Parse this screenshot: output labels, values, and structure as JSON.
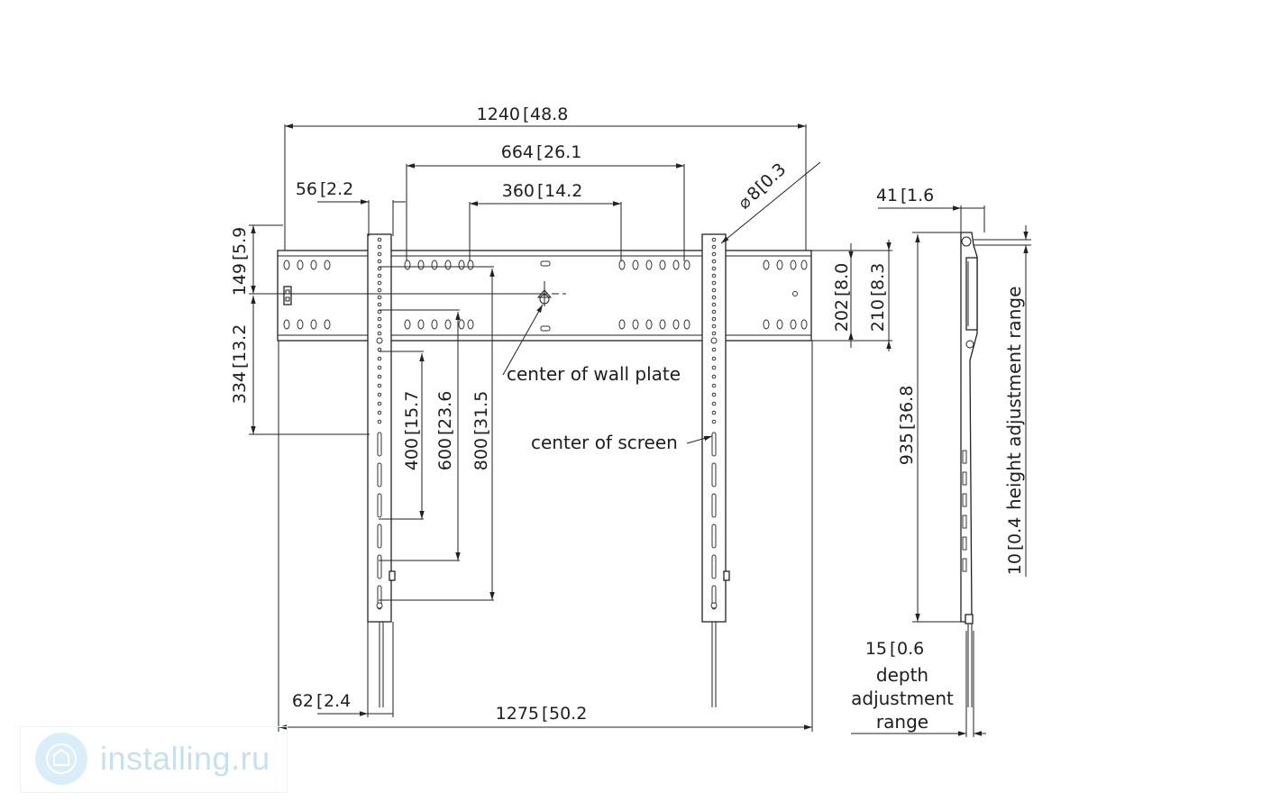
{
  "dimensions": {
    "overall_width": "1240",
    "overall_width_in": "48.8",
    "hole_span_outer": "664",
    "hole_span_outer_in": "26.1",
    "hole_span_inner": "360",
    "hole_span_inner_in": "14.2",
    "strip_offset": "56",
    "strip_offset_in": "2.2",
    "hole_diameter": "8",
    "hole_diameter_in": "0.3",
    "top_to_center": "149",
    "top_to_center_in": "5.9",
    "center_to_lower": "334",
    "center_to_lower_in": "13.2",
    "plate_height_inner": "202",
    "plate_height_inner_in": "8.0",
    "plate_height_outer": "210",
    "plate_height_outer_in": "8.3",
    "vesa_400": "400",
    "vesa_400_in": "15.7",
    "vesa_600": "600",
    "vesa_600_in": "23.6",
    "vesa_800": "800",
    "vesa_800_in": "31.5",
    "strip_width": "62",
    "strip_width_in": "2.4",
    "overall_bottom": "1275",
    "overall_bottom_in": "50.2",
    "side_depth": "41",
    "side_depth_in": "1.6",
    "side_height": "935",
    "side_height_in": "36.8",
    "height_adj": "10",
    "height_adj_in": "0.4",
    "depth_adj": "15",
    "depth_adj_in": "0.6"
  },
  "labels": {
    "center_wall_plate": "center of wall plate",
    "center_screen": "center of screen",
    "height_adjustment": "height adjustment range",
    "depth_line1": "depth",
    "depth_line2": "adjustment",
    "depth_line3": "range"
  },
  "watermark": {
    "text": "installing.ru"
  }
}
